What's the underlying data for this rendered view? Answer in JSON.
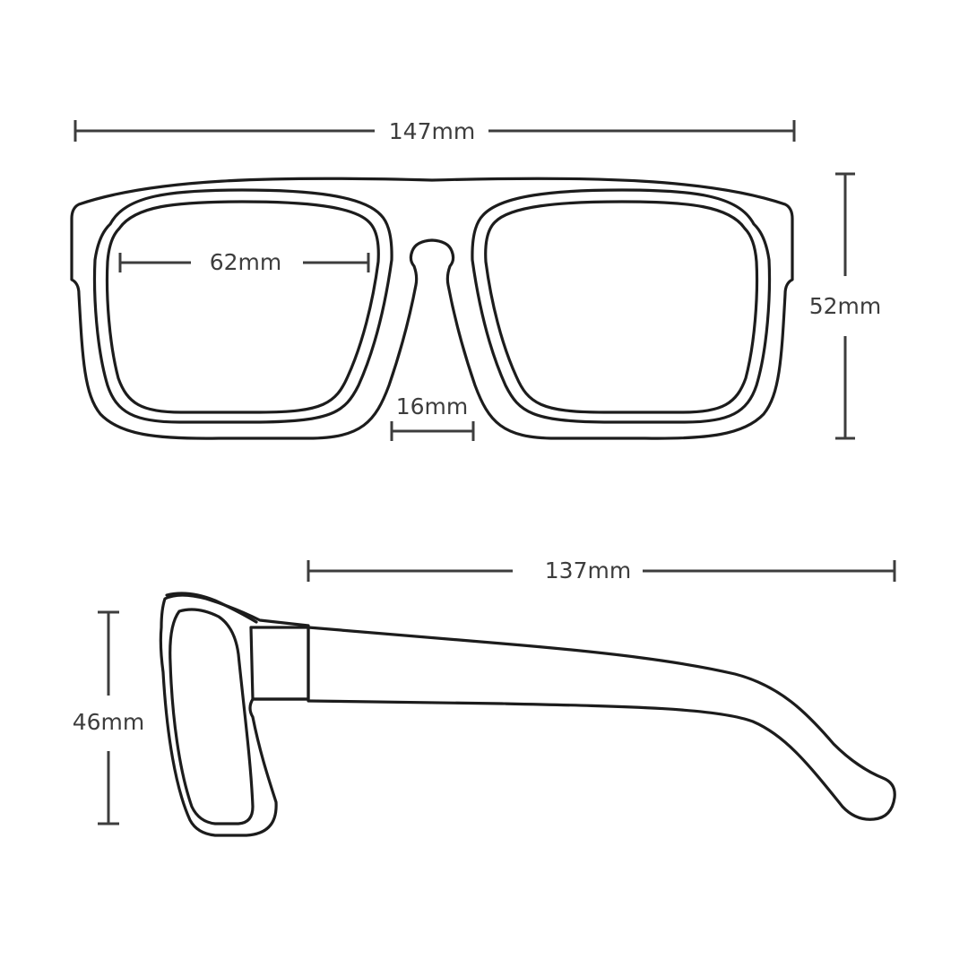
{
  "colors": {
    "dimension": "#3d3d3d",
    "outline": "#1c1c1c",
    "background": "#ffffff"
  },
  "front_view": {
    "total_width_label": "147mm",
    "lens_width_label": "62mm",
    "bridge_width_label": "16mm",
    "lens_height_label": "52mm"
  },
  "side_view": {
    "temple_length_label": "137mm",
    "frame_height_label": "46mm"
  }
}
